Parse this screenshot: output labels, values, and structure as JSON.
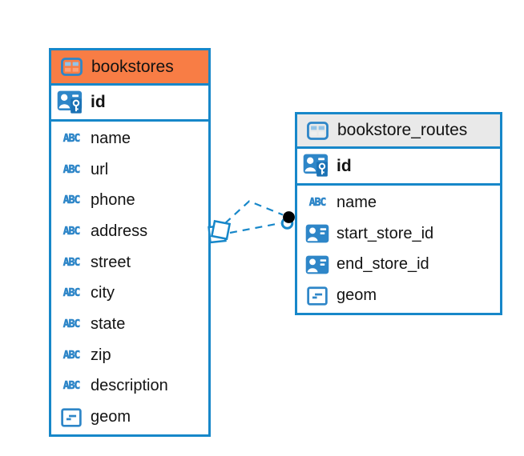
{
  "colors": {
    "accent_blue": "#1787C9",
    "icon_blue": "#2E86C8",
    "icon_cell_blue": "#92C3E8",
    "key_badge_blue": "#1B72B5",
    "selected_header_orange": "#F87D45",
    "header_gray": "#E9E9E9",
    "text_color": "#131313",
    "dot_black": "#000000",
    "canvas_bg": "#FFFFFF"
  },
  "icons": {
    "text_type_glyph": "ABC"
  },
  "diagram": {
    "tables": [
      {
        "name": "bookstores",
        "selected": true,
        "primary_key": {
          "name": "id",
          "icon": "person-key-icon"
        },
        "columns": [
          {
            "name": "name",
            "type": "text"
          },
          {
            "name": "url",
            "type": "text"
          },
          {
            "name": "phone",
            "type": "text"
          },
          {
            "name": "address",
            "type": "text"
          },
          {
            "name": "street",
            "type": "text"
          },
          {
            "name": "city",
            "type": "text"
          },
          {
            "name": "state",
            "type": "text"
          },
          {
            "name": "zip",
            "type": "text"
          },
          {
            "name": "description",
            "type": "text"
          },
          {
            "name": "geom",
            "type": "geometry"
          }
        ]
      },
      {
        "name": "bookstore_routes",
        "selected": false,
        "primary_key": {
          "name": "id",
          "icon": "person-key-icon"
        },
        "columns": [
          {
            "name": "name",
            "type": "text"
          },
          {
            "name": "start_store_id",
            "type": "reference"
          },
          {
            "name": "end_store_id",
            "type": "reference"
          },
          {
            "name": "geom",
            "type": "geometry"
          }
        ]
      }
    ],
    "connectors": {
      "line_style": "dashed",
      "count": 2,
      "source_table": "bookstores",
      "target_table": "bookstore_routes",
      "source_marker": "stacked-squares",
      "target_marker": "filled-dot"
    }
  }
}
